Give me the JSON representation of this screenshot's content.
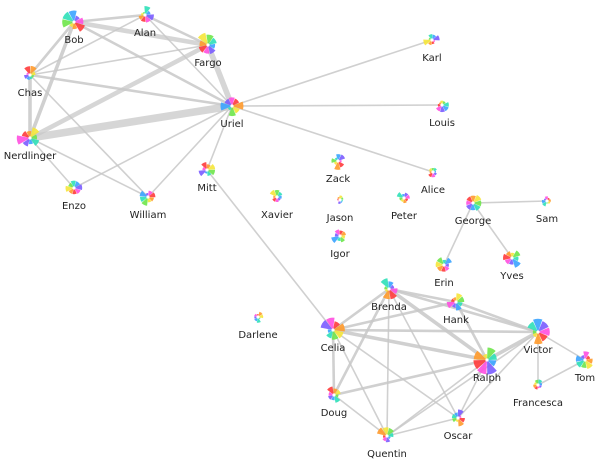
{
  "palette": [
    "#ff3b3b",
    "#ff9a2b",
    "#f5e63a",
    "#6ee64a",
    "#2ee0b8",
    "#3aa3ff",
    "#7a5cff",
    "#ff4fe0"
  ],
  "colors": {
    "edge": "#c8c8c8",
    "label": "#222222",
    "background": "#ffffff"
  },
  "graph": {
    "nodes": [
      {
        "id": "bob",
        "label": "Bob",
        "size": 12,
        "rot": 0.3
      },
      {
        "id": "alan",
        "label": "Alan",
        "size": 9,
        "rot": 1.5
      },
      {
        "id": "fargo",
        "label": "Fargo",
        "size": 13,
        "rot": 2.2
      },
      {
        "id": "chas",
        "label": "Chas",
        "size": 10,
        "rot": 4.0
      },
      {
        "id": "nerdlinger",
        "label": "Nerdlinger",
        "size": 15,
        "rot": 3.4
      },
      {
        "id": "uriel",
        "label": "Uriel",
        "size": 12,
        "rot": 5.1
      },
      {
        "id": "karl",
        "label": "Karl",
        "size": 9,
        "rot": 0.9
      },
      {
        "id": "louis",
        "label": "Louis",
        "size": 8,
        "rot": 2.7
      },
      {
        "id": "mitt",
        "label": "Mitt",
        "size": 9,
        "rot": 3.9
      },
      {
        "id": "enzo",
        "label": "Enzo",
        "size": 9,
        "rot": 1.1
      },
      {
        "id": "william",
        "label": "William",
        "size": 9,
        "rot": 5.6
      },
      {
        "id": "xavier",
        "label": "Xavier",
        "size": 8,
        "rot": 2.0
      },
      {
        "id": "zack",
        "label": "Zack",
        "size": 9,
        "rot": 0.5
      },
      {
        "id": "jason",
        "label": "Jason",
        "size": 5,
        "rot": 3.0
      },
      {
        "id": "igor",
        "label": "Igor",
        "size": 9,
        "rot": 4.6
      },
      {
        "id": "alice",
        "label": "Alice",
        "size": 6,
        "rot": 1.9
      },
      {
        "id": "peter",
        "label": "Peter",
        "size": 8,
        "rot": 0.2
      },
      {
        "id": "george",
        "label": "George",
        "size": 9,
        "rot": 3.6
      },
      {
        "id": "sam",
        "label": "Sam",
        "size": 6,
        "rot": 5.0
      },
      {
        "id": "erin",
        "label": "Erin",
        "size": 9,
        "rot": 1.3
      },
      {
        "id": "yves",
        "label": "Yves",
        "size": 11,
        "rot": 2.9
      },
      {
        "id": "darlene",
        "label": "Darlene",
        "size": 6,
        "rot": 4.2
      },
      {
        "id": "brenda",
        "label": "Brenda",
        "size": 11,
        "rot": 0.7
      },
      {
        "id": "hank",
        "label": "Hank",
        "size": 10,
        "rot": 3.2
      },
      {
        "id": "celia",
        "label": "Celia",
        "size": 14,
        "rot": 4.9
      },
      {
        "id": "victor",
        "label": "Victor",
        "size": 14,
        "rot": 0.4
      },
      {
        "id": "ralph",
        "label": "Ralph",
        "size": 15,
        "rot": 2.4
      },
      {
        "id": "tom",
        "label": "Tom",
        "size": 10,
        "rot": 5.3
      },
      {
        "id": "francesca",
        "label": "Francesca",
        "size": 6,
        "rot": 1.7
      },
      {
        "id": "doug",
        "label": "Doug",
        "size": 9,
        "rot": 3.8
      },
      {
        "id": "oscar",
        "label": "Oscar",
        "size": 9,
        "rot": 0.0
      },
      {
        "id": "quentin",
        "label": "Quentin",
        "size": 11,
        "rot": 2.6
      }
    ],
    "edges": [
      {
        "a": "bob",
        "b": "alan",
        "w": 2
      },
      {
        "a": "bob",
        "b": "fargo",
        "w": 4
      },
      {
        "a": "bob",
        "b": "chas",
        "w": 2
      },
      {
        "a": "bob",
        "b": "nerdlinger",
        "w": 3
      },
      {
        "a": "bob",
        "b": "uriel",
        "w": 2
      },
      {
        "a": "alan",
        "b": "fargo",
        "w": 2
      },
      {
        "a": "alan",
        "b": "chas",
        "w": 1
      },
      {
        "a": "alan",
        "b": "uriel",
        "w": 1
      },
      {
        "a": "fargo",
        "b": "uriel",
        "w": 5
      },
      {
        "a": "fargo",
        "b": "nerdlinger",
        "w": 4
      },
      {
        "a": "fargo",
        "b": "chas",
        "w": 1
      },
      {
        "a": "chas",
        "b": "nerdlinger",
        "w": 3
      },
      {
        "a": "chas",
        "b": "uriel",
        "w": 2
      },
      {
        "a": "chas",
        "b": "william",
        "w": 1
      },
      {
        "a": "nerdlinger",
        "b": "uriel",
        "w": 7
      },
      {
        "a": "nerdlinger",
        "b": "enzo",
        "w": 1
      },
      {
        "a": "nerdlinger",
        "b": "william",
        "w": 1
      },
      {
        "a": "enzo",
        "b": "uriel",
        "w": 1
      },
      {
        "a": "william",
        "b": "uriel",
        "w": 1
      },
      {
        "a": "uriel",
        "b": "karl",
        "w": 1
      },
      {
        "a": "uriel",
        "b": "louis",
        "w": 1
      },
      {
        "a": "uriel",
        "b": "alice",
        "w": 1
      },
      {
        "a": "uriel",
        "b": "mitt",
        "w": 1
      },
      {
        "a": "mitt",
        "b": "celia",
        "w": 1
      },
      {
        "a": "george",
        "b": "sam",
        "w": 1
      },
      {
        "a": "george",
        "b": "erin",
        "w": 1
      },
      {
        "a": "george",
        "b": "yves",
        "w": 1
      },
      {
        "a": "brenda",
        "b": "hank",
        "w": 2
      },
      {
        "a": "brenda",
        "b": "celia",
        "w": 2
      },
      {
        "a": "brenda",
        "b": "ralph",
        "w": 3
      },
      {
        "a": "brenda",
        "b": "victor",
        "w": 2
      },
      {
        "a": "brenda",
        "b": "doug",
        "w": 2
      },
      {
        "a": "brenda",
        "b": "quentin",
        "w": 1
      },
      {
        "a": "brenda",
        "b": "oscar",
        "w": 1
      },
      {
        "a": "hank",
        "b": "celia",
        "w": 2
      },
      {
        "a": "hank",
        "b": "ralph",
        "w": 2
      },
      {
        "a": "hank",
        "b": "victor",
        "w": 2
      },
      {
        "a": "celia",
        "b": "ralph",
        "w": 3
      },
      {
        "a": "celia",
        "b": "victor",
        "w": 2
      },
      {
        "a": "celia",
        "b": "doug",
        "w": 2
      },
      {
        "a": "celia",
        "b": "quentin",
        "w": 1
      },
      {
        "a": "celia",
        "b": "oscar",
        "w": 1
      },
      {
        "a": "ralph",
        "b": "victor",
        "w": 3
      },
      {
        "a": "ralph",
        "b": "doug",
        "w": 2
      },
      {
        "a": "ralph",
        "b": "quentin",
        "w": 1
      },
      {
        "a": "ralph",
        "b": "oscar",
        "w": 1
      },
      {
        "a": "victor",
        "b": "tom",
        "w": 1
      },
      {
        "a": "victor",
        "b": "francesca",
        "w": 1
      },
      {
        "a": "victor",
        "b": "oscar",
        "w": 1
      },
      {
        "a": "victor",
        "b": "quentin",
        "w": 1
      },
      {
        "a": "tom",
        "b": "francesca",
        "w": 1
      },
      {
        "a": "doug",
        "b": "quentin",
        "w": 1
      },
      {
        "a": "oscar",
        "b": "quentin",
        "w": 1
      }
    ]
  }
}
